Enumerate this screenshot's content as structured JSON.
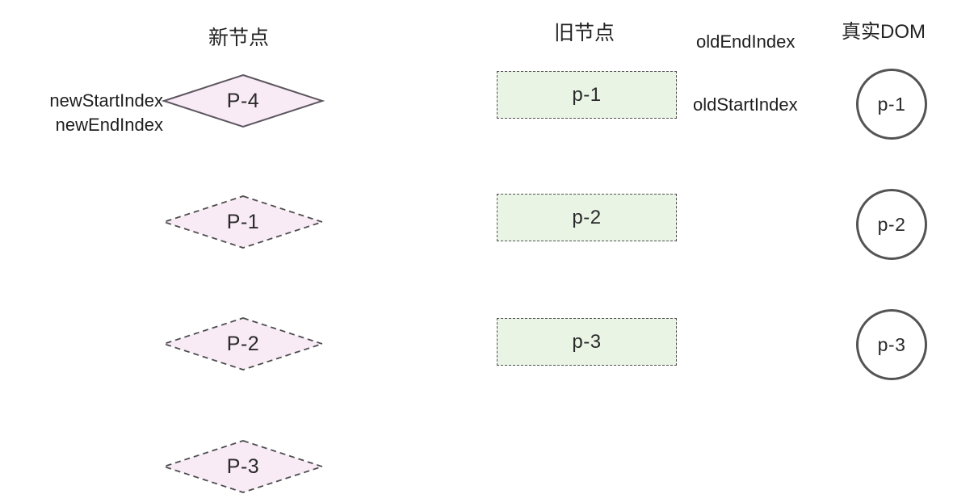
{
  "titles": {
    "new_nodes": "新节点",
    "old_nodes": "旧节点",
    "real_dom": "真实DOM"
  },
  "pointers": {
    "new_start": "newStartIndex",
    "new_end": "newEndIndex",
    "old_end": "oldEndIndex",
    "old_start": "oldStartIndex"
  },
  "new_nodes": [
    {
      "label": "P-4",
      "border": "solid"
    },
    {
      "label": "P-1",
      "border": "dashed"
    },
    {
      "label": "P-2",
      "border": "dashed"
    },
    {
      "label": "P-3",
      "border": "dashed"
    }
  ],
  "old_nodes": [
    {
      "label": "p-1"
    },
    {
      "label": "p-2"
    },
    {
      "label": "p-3"
    }
  ],
  "real_dom": [
    {
      "label": "p-1"
    },
    {
      "label": "p-2"
    },
    {
      "label": "p-3"
    }
  ],
  "colors": {
    "diamond_fill": "#f8ebf5",
    "diamond_stroke_solid": "#5d5660",
    "diamond_stroke_dashed": "#4d4d4d",
    "rect_fill": "#e9f4e5",
    "rect_stroke": "#525252",
    "circle_stroke": "#545454",
    "text": "#242424"
  }
}
